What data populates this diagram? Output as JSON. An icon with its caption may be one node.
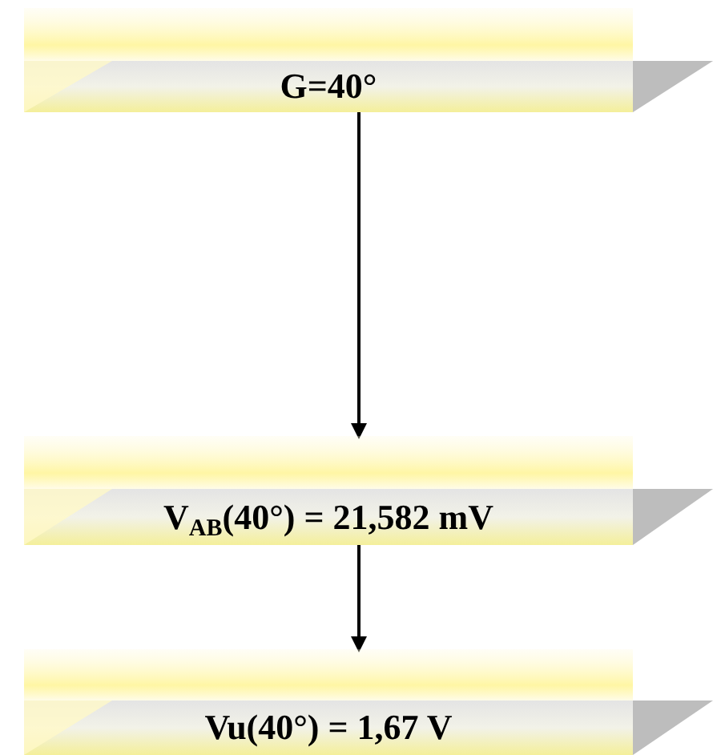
{
  "diagram": {
    "nodes": [
      {
        "text": [
          "G=40°"
        ]
      },
      {
        "text": [
          "V$_{AB}$(40°) = 21,582 mV"
        ]
      },
      {
        "text": [
          "Vu(40°) = 1,67 V"
        ]
      }
    ],
    "edges": [
      {
        "from": 0,
        "to": 1,
        "arrow": "to"
      },
      {
        "from": 1,
        "to": 2,
        "arrow": "to"
      }
    ]
  }
}
